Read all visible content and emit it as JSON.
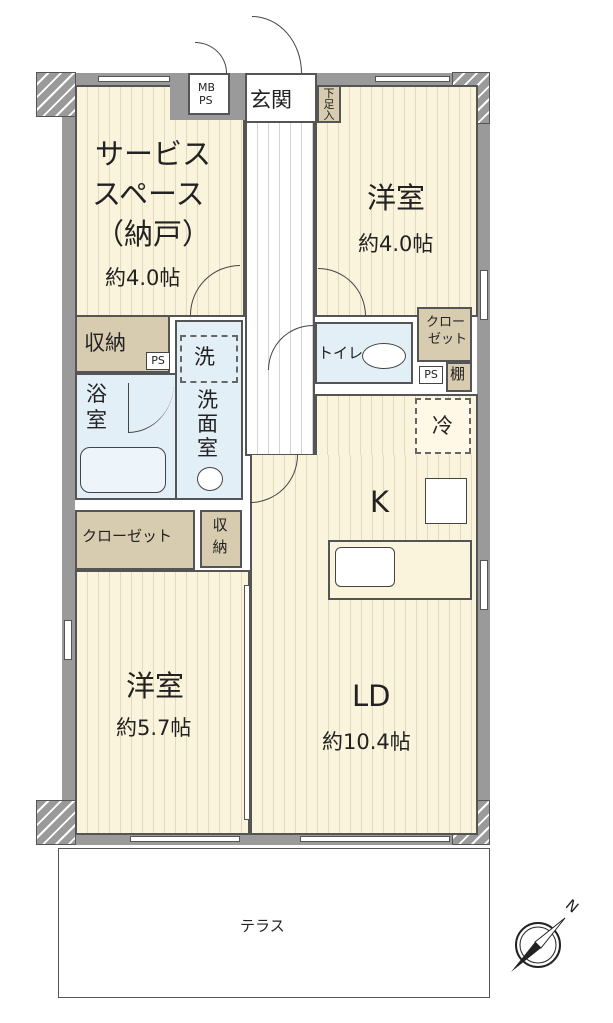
{
  "rooms": {
    "service_space": {
      "name_lines": [
        "サービス",
        "スペース",
        "（納戸）"
      ],
      "area": "約4.0帖"
    },
    "western_room_north": {
      "name": "洋室",
      "area": "約4.0帖"
    },
    "western_room_south": {
      "name": "洋室",
      "area": "約5.7帖"
    },
    "ldk": {
      "kitchen": "K",
      "living": "LD",
      "area": "約10.4帖"
    },
    "entrance": "玄関",
    "shoe_storage": "下足入",
    "mb_ps": [
      "MB",
      "PS"
    ],
    "storage_north": "収納",
    "storage_south": "収納",
    "laundry": "洗",
    "bathroom": [
      "浴",
      "室"
    ],
    "washroom": [
      "洗",
      "面",
      "室"
    ],
    "toilet": "トイレ",
    "closet_north": [
      "クロー",
      "ゼット"
    ],
    "shelf": "棚",
    "closet_south": "クローゼット",
    "fridge": "冷",
    "ps_label": "PS",
    "terrace": "テラス"
  },
  "compass": {
    "north": "N"
  }
}
